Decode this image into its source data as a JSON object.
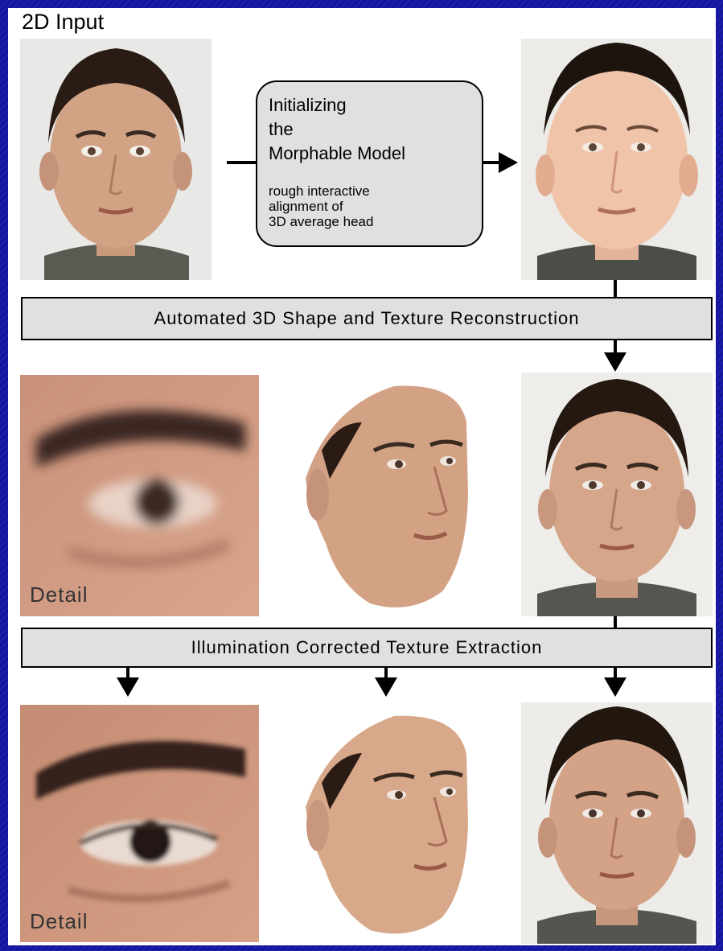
{
  "figure": {
    "title": "2D Input",
    "init_box": {
      "title": "Initializing\nthe\nMorphable Model",
      "subtitle": "rough interactive\nalignment of\n3D average head"
    },
    "banner_reconstruction": "Automated 3D Shape and Texture Reconstruction",
    "banner_illumination": "Illumination Corrected Texture Extraction",
    "detail_label_top": "Detail",
    "detail_label_bottom": "Detail"
  },
  "colors": {
    "background": "#1a1aa8",
    "panel": "#ffffff",
    "box_fill": "#e0e0e0",
    "skin": "#d7a989",
    "hair": "#2a1c14"
  },
  "icons": [
    "arrow-right-icon",
    "arrow-down-icon"
  ]
}
